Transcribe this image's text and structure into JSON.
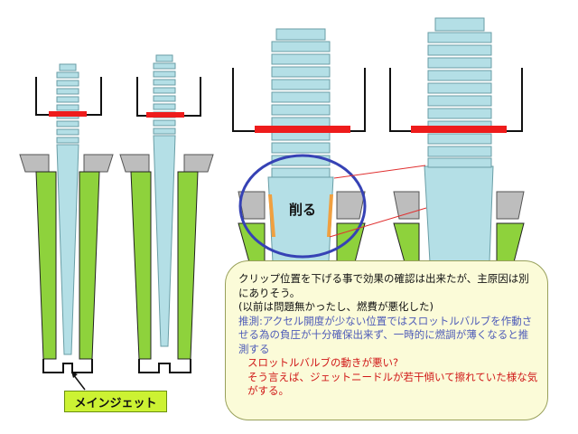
{
  "labels": {
    "main_jet": "メインジェット",
    "shave": "削る"
  },
  "callout": {
    "line1": "クリップ位置を下げる事で効果の確認は出来たが、主原因は別にありそう。",
    "line2": "(以前は問題無かったし、燃費が悪化した)",
    "line3": "推測:アクセル開度が少ない位置ではスロットルバルブを作動させる為の負圧が十分確保出来ず、一時的に燃調が薄くなると推測する",
    "line4": "スロットルバルブの動きが悪い?",
    "line5": "そう言えば、ジェットニードルが若干傾いて擦れていた様な気がする。"
  },
  "colors": {
    "needle": "#b4dfe6",
    "clip": "#ee1c1c",
    "jet_body": "#8ed23c",
    "body_grey": "#bdbdbd",
    "circle": "#3642b5",
    "callout_fill": "#fbfbd8",
    "callout_blue_text": "#4e5bb8",
    "callout_red_text": "#d01818"
  }
}
